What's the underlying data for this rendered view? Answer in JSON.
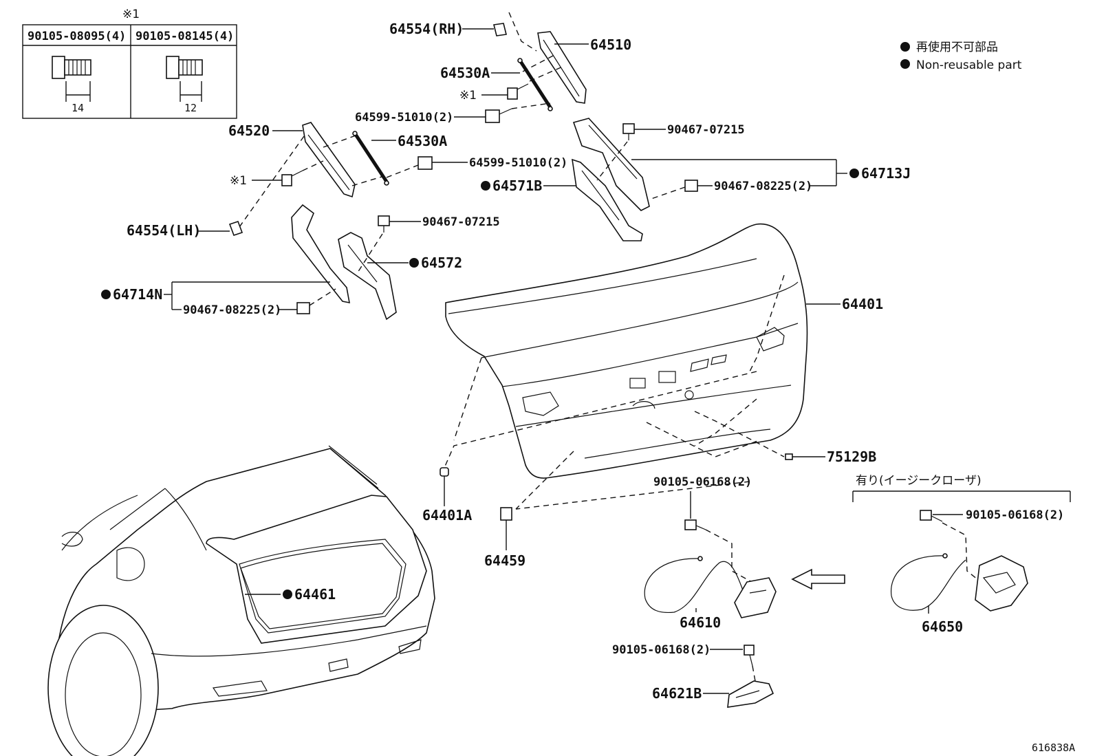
{
  "legend": {
    "jp": "再使用不可部品",
    "en": "Non-reusable part"
  },
  "bolt_table": {
    "note": "※1",
    "col1_part": "90105-08095(4)",
    "col1_dim": "14",
    "col2_part": "90105-08145(4)",
    "col2_dim": "12"
  },
  "labels": {
    "p64554rh": "64554(RH)",
    "p64510": "64510",
    "p64530a_top": "64530A",
    "note1_top": "※1",
    "p64599_top": "64599-51010(2)",
    "p64520": "64520",
    "p64530a": "64530A",
    "p64599": "64599-51010(2)",
    "note1_left": "※1",
    "p90467_07215_r": "90467-07215",
    "p64713j": "64713J",
    "p64571b": "64571B",
    "p90467_08225_r": "90467-08225(2)",
    "p64554lh": "64554(LH)",
    "p90467_07215_l": "90467-07215",
    "p64572": "64572",
    "p64714n": "64714N",
    "p90467_08225_l": "90467-08225(2)",
    "p64401": "64401",
    "p75129b": "75129B",
    "p64401a": "64401A",
    "p64459": "64459",
    "p64461": "64461",
    "p90105_06168_a": "90105-06168(2)",
    "easy_closer": "有り(イージークローザ)",
    "p90105_06168_b": "90105-06168(2)",
    "p64610": "64610",
    "p64650": "64650",
    "p90105_06168_c": "90105-06168(2)",
    "p64621b": "64621B",
    "figure_id": "616838A"
  }
}
